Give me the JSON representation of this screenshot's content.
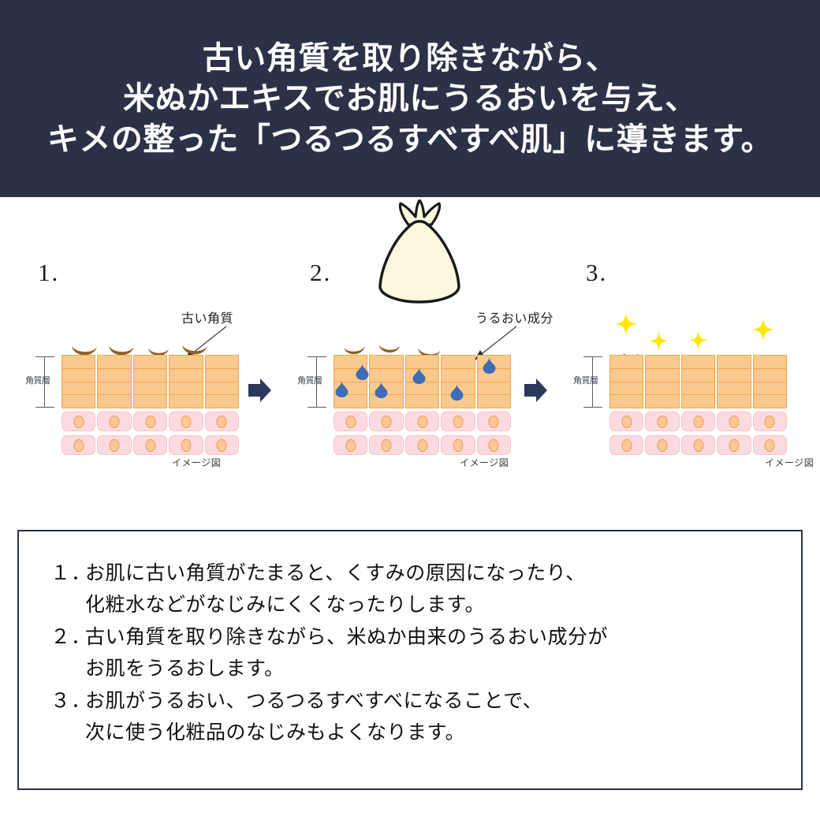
{
  "header": {
    "lines": [
      "古い角質を取り除きながら、",
      "米ぬかエキスでお肌にうるおいを与え、",
      "キメの整った「つるつるすべすべ肌」に導きます。"
    ],
    "background_color": "#2b3247",
    "text_color": "#ffffff"
  },
  "diagram": {
    "layer_label": "角質層",
    "caption": "イメージ図",
    "panels": [
      {
        "number": "1.",
        "callout": "古い角質",
        "has_pouch": false,
        "crescents": 4,
        "droplets": 0,
        "sparkles": 0
      },
      {
        "number": "2.",
        "callout": "うるおい成分",
        "has_pouch": true,
        "crescents": 3,
        "droplets": 6,
        "sparkles": 0
      },
      {
        "number": "3.",
        "callout": "",
        "has_pouch": false,
        "crescents": 1,
        "droplets": 0,
        "sparkles": 4
      }
    ],
    "colors": {
      "corneum_fill": "#fac98e",
      "corneum_line": "#f5a64b",
      "basal_fill": "#fbdbdf",
      "basal_line": "#f6c3cb",
      "nucleus_fill": "#fbc896",
      "nucleus_line": "#ef9a4a",
      "crescent": "#8a6124",
      "droplet": "#3f6cb4",
      "sparkle": "#ffe800",
      "pouch_fill": "#fcf8dd",
      "pouch_line": "#1a1a1a",
      "arrow": "#2b3a5c"
    }
  },
  "notes": {
    "items": [
      {
        "num": "１．",
        "lines": [
          "お肌に古い角質がたまると、くすみの原因になったり、",
          "化粧水などがなじみにくくなったりします。"
        ]
      },
      {
        "num": "２．",
        "lines": [
          "古い角質を取り除きながら、米ぬか由来のうるおい成分が",
          "お肌をうるおします。"
        ]
      },
      {
        "num": "３．",
        "lines": [
          "お肌がうるおい、つるつるすべすべになることで、",
          "次に使う化粧品のなじみもよくなります。"
        ]
      }
    ],
    "border_color": "#2b3247"
  }
}
